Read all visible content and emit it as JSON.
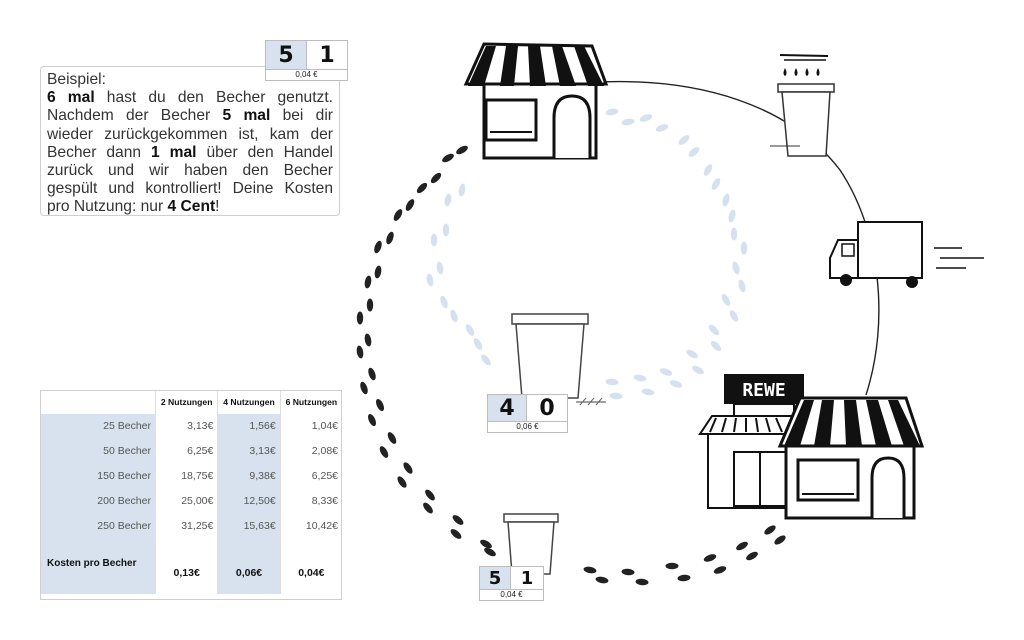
{
  "example": {
    "p1": "Beispiel:",
    "count_total": "6 mal",
    "p2": " hast du den Becher genutzt. Nachdem der Becher ",
    "count_back": "5 mal",
    "p3": " bei dir wieder zurückgekommen ist, kam der Becher dann ",
    "count_store": "1 mal",
    "p4": " über den Handel zurück und wir haben den Becher gespült und kontrolliert! Deine Kosten pro Nutzung: nur ",
    "cost": "4 Cent",
    "p5": "!"
  },
  "counters": {
    "top": {
      "left": "5",
      "right": "1",
      "price": "0,04 €"
    },
    "middle": {
      "left": "4",
      "right": "0",
      "price": "0,06 €"
    },
    "bottom": {
      "left": "5",
      "right": "1",
      "price": "0,04 €"
    }
  },
  "table": {
    "headers": [
      "2 Nutzungen",
      "4 Nutzungen",
      "6 Nutzungen"
    ],
    "rows": [
      {
        "label": "25 Becher",
        "v": [
          "3,13€",
          "1,56€",
          "1,04€"
        ]
      },
      {
        "label": "50 Becher",
        "v": [
          "6,25€",
          "3,13€",
          "2,08€"
        ]
      },
      {
        "label": "150 Becher",
        "v": [
          "18,75€",
          "9,38€",
          "6,25€"
        ]
      },
      {
        "label": "200 Becher",
        "v": [
          "25,00€",
          "12,50€",
          "8,33€"
        ]
      },
      {
        "label": "250 Becher",
        "v": [
          "31,25€",
          "15,63€",
          "10,42€"
        ]
      }
    ],
    "total": {
      "label": "Kosten pro Becher",
      "v": [
        "0,13€",
        "0,06€",
        "0,04€"
      ]
    }
  },
  "store_sign": "REWE",
  "colors": {
    "shade": "#d7e2ee",
    "footprint_dark": "#222222",
    "footprint_light": "#d5e1ef"
  }
}
